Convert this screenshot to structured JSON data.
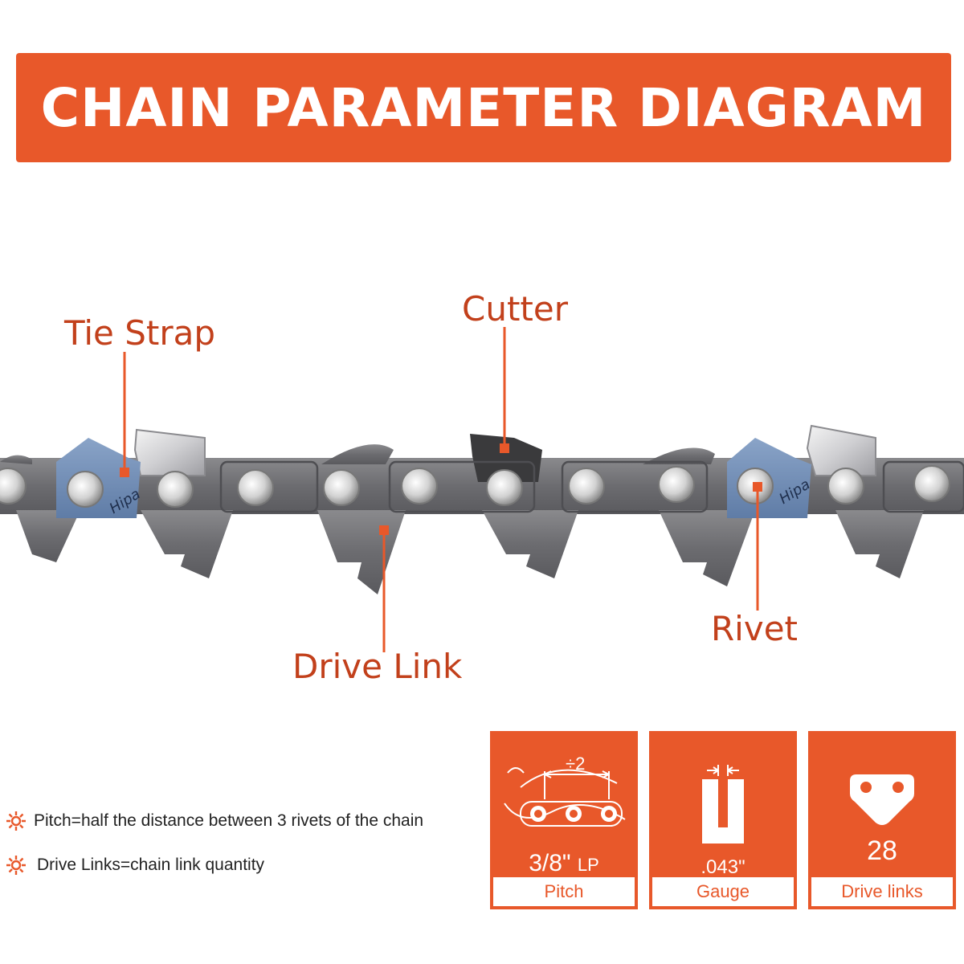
{
  "header": {
    "title": "CHAIN PARAMETER DIAGRAM"
  },
  "colors": {
    "accent": "#e8582a",
    "callout_text": "#c2401b",
    "chain_steel": "#6f6f72",
    "tie_strap_blue": "#6f8db6",
    "rivet_silver": "#d9d9d9"
  },
  "diagram": {
    "brand_mark": "Hipa",
    "callouts": {
      "tie_strap": "Tie Strap",
      "cutter": "Cutter",
      "drive_link": "Drive Link",
      "rivet": "Rivet"
    }
  },
  "notes": [
    {
      "icon": "gear-star-icon",
      "text": "Pitch=half the distance between 3 rivets of the chain"
    },
    {
      "icon": "gear-star-icon",
      "text": "Drive Links=chain link quantity"
    }
  ],
  "specs": {
    "pitch": {
      "icon": "pitch-diagram-icon",
      "icon_text": "÷2",
      "value": "3/8\"",
      "value_suffix": "LP",
      "label": "Pitch"
    },
    "gauge": {
      "icon": "gauge-groove-icon",
      "value": ".043\"",
      "label": "Gauge"
    },
    "drive_links": {
      "icon": "drive-link-icon",
      "value": "28",
      "label": "Drive links"
    }
  }
}
